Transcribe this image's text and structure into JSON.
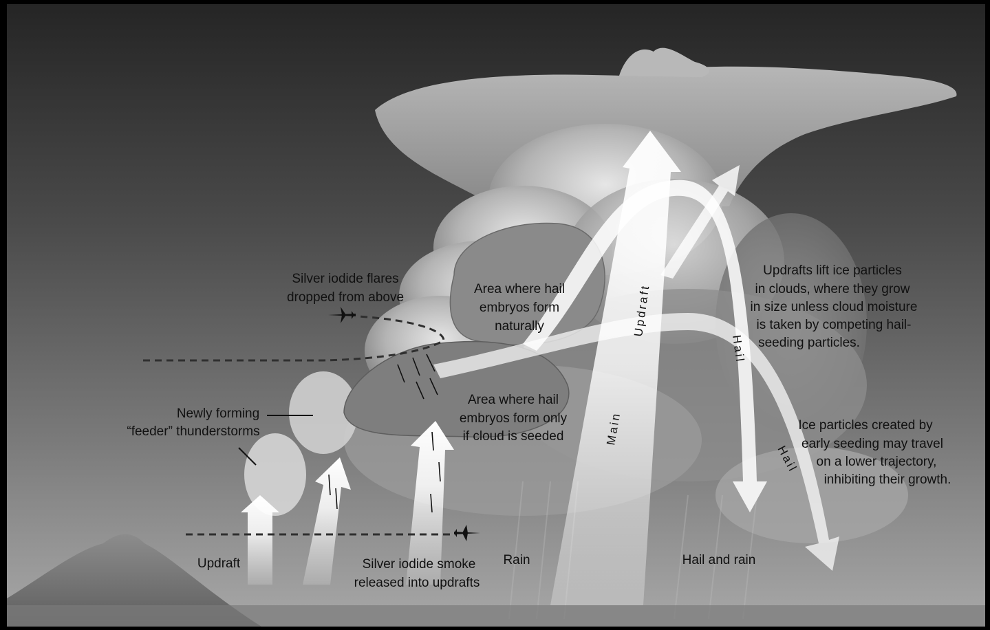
{
  "labels": {
    "silver_iodide_flares": [
      "Silver iodide flares",
      "dropped from above"
    ],
    "hail_embryos_natural": [
      "Area where hail",
      "embryos form",
      "naturally"
    ],
    "updrafts_lift": [
      "Updrafts lift ice particles",
      "in clouds, where they grow",
      "in size unless cloud moisture",
      "is taken by competing hail-",
      "seeding particles."
    ],
    "newly_forming": [
      "Newly forming",
      "“feeder” thunderstorms"
    ],
    "hail_embryos_seeded": [
      "Area where hail",
      "embryos form only",
      "if cloud is seeded"
    ],
    "ice_particles_early": [
      "Ice particles created by",
      "early seeding may travel",
      "on a lower trajectory,",
      "inhibiting their growth."
    ],
    "updraft_left": "Updraft",
    "smoke_released": [
      "Silver iodide smoke",
      "released into updrafts"
    ],
    "rain": "Rain",
    "hail_and_rain": "Hail and rain",
    "main_updraft_word1": "Main",
    "main_updraft_word2": "Updraft",
    "hail_arrow_1": "Hail",
    "hail_arrow_2": "Hail"
  },
  "colors": {
    "sky_top": "#2a2a2a",
    "sky_mid": "#5e5e5e",
    "sky_low": "#9a9a9a",
    "cloud_light": "#d9d9d9",
    "cloud_dark": "#8a8a8a",
    "arrow_fill": "#f4f4f4",
    "dashed_line": "#333333"
  },
  "icons": [
    "airplane-icon",
    "airplane-icon"
  ]
}
